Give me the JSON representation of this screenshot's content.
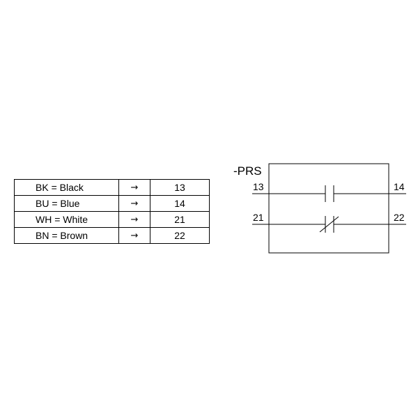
{
  "wiring_table": {
    "rows": [
      {
        "color": "BK = Black",
        "arrow": "→",
        "terminal": "13"
      },
      {
        "color": "BU = Blue",
        "arrow": "→",
        "terminal": "14"
      },
      {
        "color": "WH = White",
        "arrow": "→",
        "terminal": "21"
      },
      {
        "color": "BN = Brown",
        "arrow": "→",
        "terminal": "22"
      }
    ]
  },
  "schematic": {
    "device_label": "-PRS",
    "contacts": [
      {
        "type": "normally-open",
        "left_terminal": "13",
        "right_terminal": "14"
      },
      {
        "type": "normally-closed",
        "left_terminal": "21",
        "right_terminal": "22"
      }
    ]
  }
}
